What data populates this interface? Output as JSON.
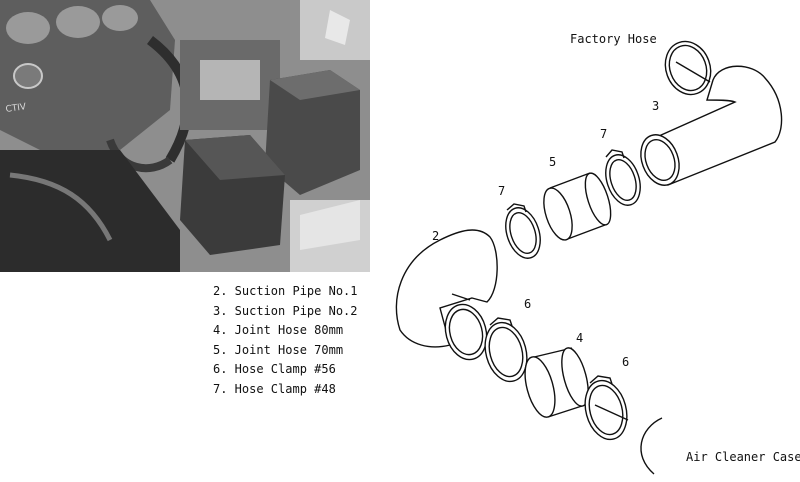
{
  "photo": {
    "alt": "engine bay photo",
    "badge_text": "CTIV"
  },
  "legend": [
    "2. Suction Pipe No.1",
    "3. Suction Pipe No.2",
    "4. Joint Hose 80mm",
    "5. Joint Hose 70mm",
    "6. Hose Clamp #56",
    "7. Hose Clamp #48"
  ],
  "callouts": {
    "factory_hose": "Factory Hose",
    "air_cleaner_case": "Air Cleaner Case",
    "n2": "2",
    "n3": "3",
    "n4": "4",
    "n5": "5",
    "n6a": "6",
    "n6b": "6",
    "n7a": "7",
    "n7b": "7"
  }
}
